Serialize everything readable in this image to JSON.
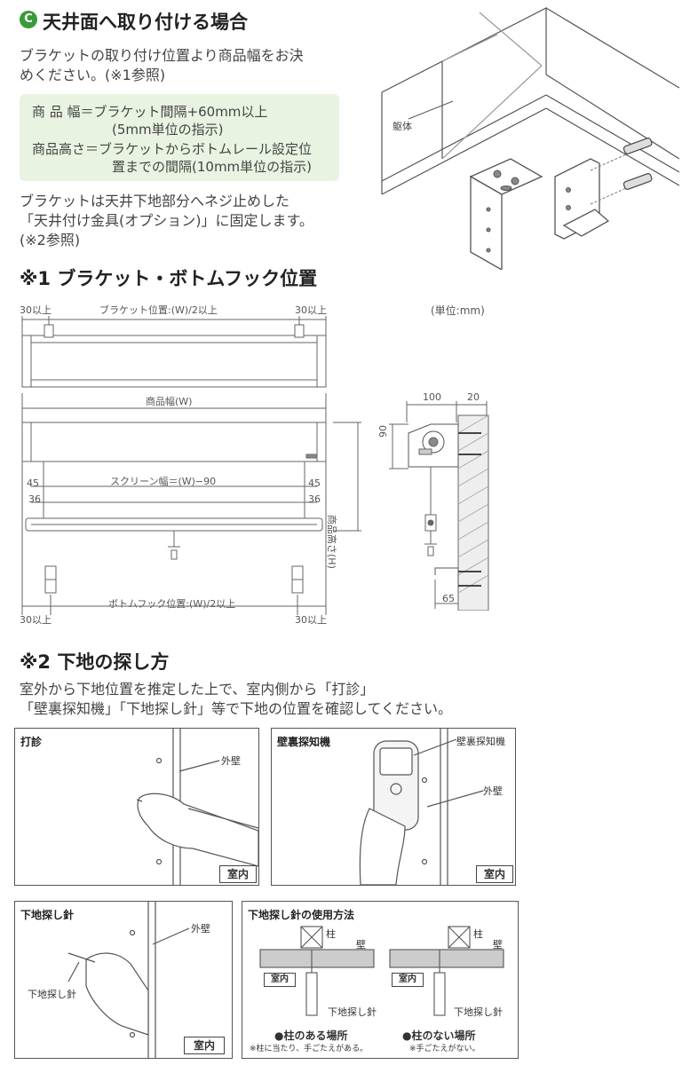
{
  "section_c": {
    "badge": "C",
    "title": "天井面へ取り付ける場合",
    "intro_line1": "ブラケットの取り付け位置より商品幅をお決",
    "intro_line2": "めください。(※1参照)",
    "formula_line1": "商 品 幅＝ブラケット間隔+60mm以上",
    "formula_line2": "(5mm単位の指示)",
    "formula_line3": "商品高さ＝ブラケットからボトムレール設定位",
    "formula_line4": "置までの間隔(10mm単位の指示)",
    "note_line1": "ブラケットは天井下地部分へネジ止めした",
    "note_line2": "「天井付け金具(オプション)」に固定します。",
    "note_line3": "(※2参照)",
    "body_label": "躯体"
  },
  "section1": {
    "title": "※1 ブラケット・ボトムフック位置",
    "unit": "(単位:mm)",
    "d_30_left_top": "30以上",
    "d_bracket_pos": "ブラケット位置:(W)/2以上",
    "d_30_right_top": "30以上",
    "d_product_width": "商品幅(W)",
    "d_screen_width": "スクリーン幅＝(W)−90",
    "d_45_left": "45",
    "d_36_left": "36",
    "d_45_right": "45",
    "d_36_right": "36",
    "d_product_height": "商品高さ(H)",
    "d_hook_pos": "ボトムフック位置:(W)/2以上",
    "d_30_left_bottom": "30以上",
    "d_30_right_bottom": "30以上",
    "d_100": "100",
    "d_20": "20",
    "d_90": "90",
    "d_65": "65"
  },
  "section2": {
    "title": "※2 下地の探し方",
    "line1": "室外から下地位置を推定した上で、室内側から「打診」",
    "line2": "「壁裏探知機」「下地探し針」等で下地の位置を確認してください。",
    "panel1": {
      "title": "打診",
      "wall": "外壁",
      "room": "室内"
    },
    "panel2": {
      "title": "壁裏探知機",
      "device": "壁裏探知機",
      "wall": "外壁",
      "room": "室内"
    },
    "panel3": {
      "title": "下地探し針",
      "wall": "外壁",
      "needle": "下地探し針",
      "room": "室内"
    },
    "panel4": {
      "title": "下地探し針の使用方法",
      "pillar_a": "柱",
      "wall_a": "壁",
      "room_a": "室内",
      "needle_a": "下地探し針",
      "caption_a": "●柱のある場所",
      "sub_a": "※柱に当たり、手ごたえがある。",
      "pillar_b": "柱",
      "wall_b": "壁",
      "room_b": "室内",
      "needle_b": "下地探し針",
      "caption_b": "●柱のない場所",
      "sub_b": "※手ごたえがない。"
    }
  },
  "colors": {
    "accent_green": "#3a9a3a",
    "box_bg": "#e9f3e1"
  }
}
